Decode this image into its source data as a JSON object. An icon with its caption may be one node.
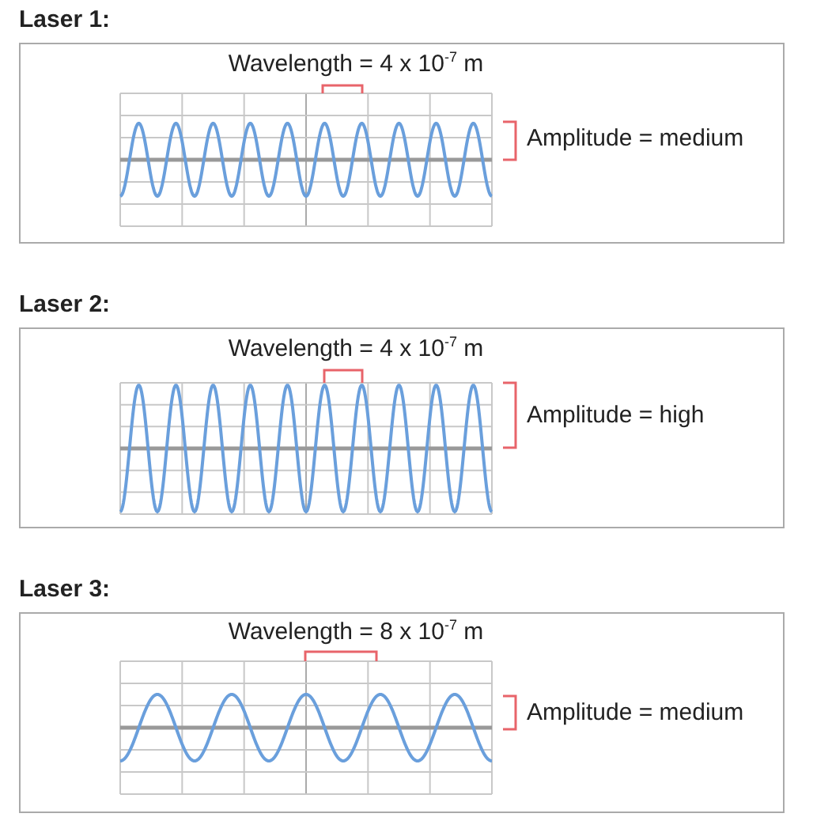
{
  "diagram": {
    "nodes": [
      {
        "text": [
          "Laser 1:",
          "Wavelength = 4 x 10$^{-7}$ m",
          "Amplitude = medium"
        ]
      },
      {
        "text": [
          "Laser 2:",
          "Wavelength = 4 x 10$^{-7}$ m",
          "Amplitude = high"
        ]
      },
      {
        "text": [
          "Laser 3:",
          "Wavelength = 8 x 10$^{-7}$ m",
          "Amplitude = medium"
        ]
      }
    ]
  }
}
